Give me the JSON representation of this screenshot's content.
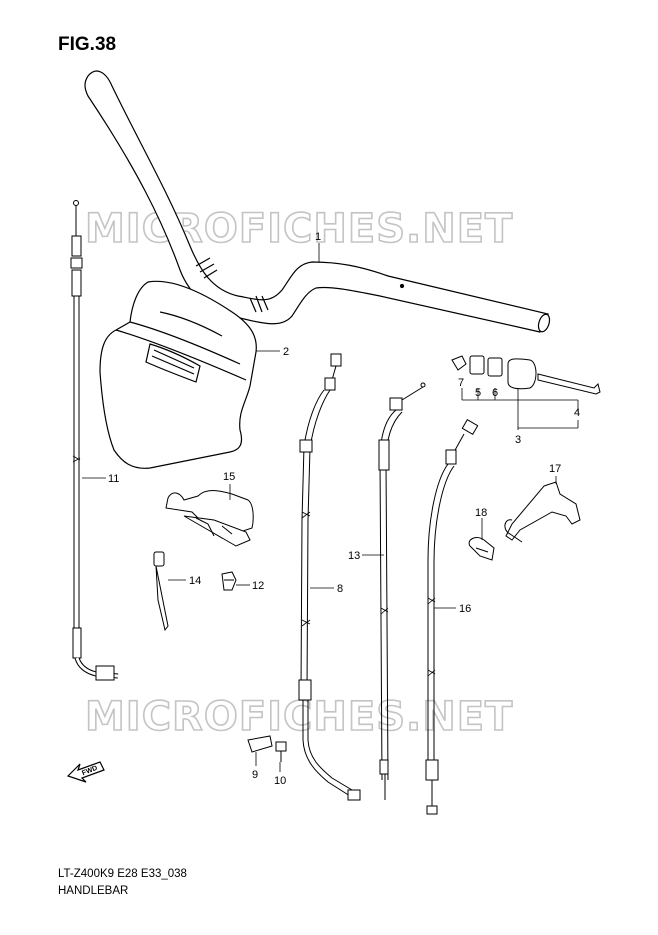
{
  "figure": {
    "title": "FIG.38",
    "model_code": "LT-Z400K9 E28 E33_038",
    "name": "HANDLEBAR"
  },
  "watermark": {
    "text": "MICROFICHES.NET"
  },
  "fwd_arrow": {
    "text": "FWD",
    "icon": "forward-arrow-icon"
  },
  "callouts": {
    "c1": "1",
    "c2": "2",
    "c3": "3",
    "c4": "4",
    "c5": "5",
    "c6": "6",
    "c7": "7",
    "c8": "8",
    "c9": "9",
    "c10": "10",
    "c11": "11",
    "c12": "12",
    "c13": "13",
    "c14": "14",
    "c15": "15",
    "c16": "16",
    "c17": "17",
    "c18": "18"
  }
}
